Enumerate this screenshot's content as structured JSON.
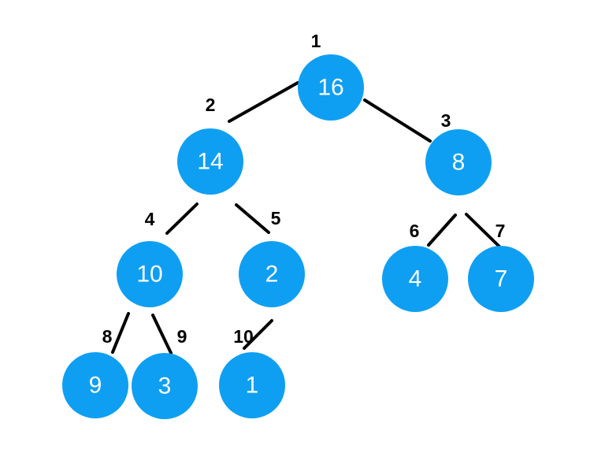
{
  "tree": {
    "colors": {
      "node_fill": "#0e9ff2",
      "node_text": "#ffffff",
      "edge_stroke": "#000000",
      "index_label": "#000000",
      "background": "#ffffff"
    },
    "nodes": [
      {
        "index": "1",
        "value": "16"
      },
      {
        "index": "2",
        "value": "14"
      },
      {
        "index": "3",
        "value": "8"
      },
      {
        "index": "4",
        "value": "10"
      },
      {
        "index": "5",
        "value": "2"
      },
      {
        "index": "6",
        "value": "4"
      },
      {
        "index": "7",
        "value": "7"
      },
      {
        "index": "8",
        "value": "9"
      },
      {
        "index": "9",
        "value": "3"
      },
      {
        "index": "10",
        "value": "1"
      }
    ],
    "edges": [
      {
        "from": "1",
        "to": "2"
      },
      {
        "from": "1",
        "to": "3"
      },
      {
        "from": "2",
        "to": "4"
      },
      {
        "from": "2",
        "to": "5"
      },
      {
        "from": "3",
        "to": "6"
      },
      {
        "from": "3",
        "to": "7"
      },
      {
        "from": "4",
        "to": "8"
      },
      {
        "from": "4",
        "to": "9"
      },
      {
        "from": "5",
        "to": "10"
      }
    ]
  }
}
